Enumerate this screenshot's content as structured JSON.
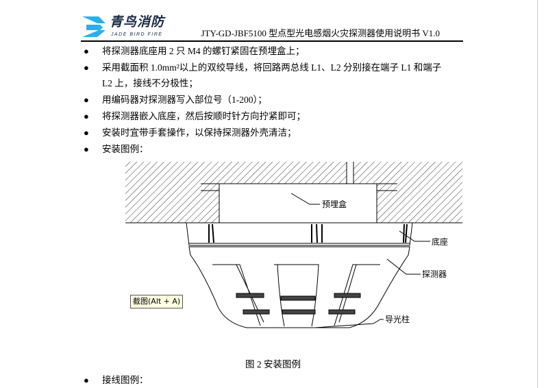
{
  "header": {
    "logo_cn": "青鸟消防",
    "logo_en": "JADE BIRD FIRE",
    "doc_title": "JTY-GD-JBF5100 型点型光电感烟火灾探测器使用说明书 V1.0"
  },
  "bullets": [
    "将探测器底座用 2 只 M4 的螺钉紧固在预埋盒上；",
    "采用截面积 1.0mm²以上的双绞导线，将回路两总线 L1、L2  分别接在端子 L1  和端子",
    "L2  上，接线不分极性；",
    "用编码器对探测器写入部位号（1-200）；",
    "将探测器嵌入底座，然后按顺时针方向拧紧即可；",
    "安装时宜带手套操作，以保持探测器外壳清洁；",
    "安装图例："
  ],
  "figure": {
    "labels": {
      "box": "预埋盒",
      "base": "底座",
      "detector": "探测器",
      "light_pipe": "导光柱"
    },
    "caption": "图 2    安装图例"
  },
  "tooltip": "截图(Alt + A)",
  "last_bullet": "接线图例：",
  "bullet_symbol": "●"
}
